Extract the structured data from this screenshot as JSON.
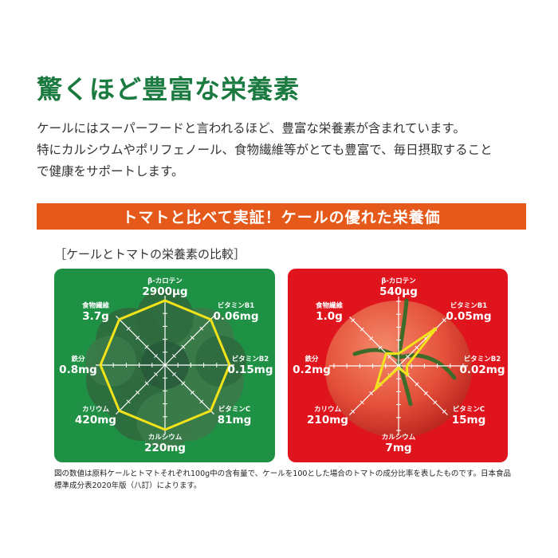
{
  "header": {
    "title": "驚くほど豊富な栄養素",
    "intro_lines": [
      "ケールにはスーパーフードと言われるほど、豊富な栄養素が含まれています。",
      "特にカルシウムやポリフェノール、食物繊維等がとても豊富で、毎日摂取すること",
      "で健康をサポートします。"
    ]
  },
  "banner": {
    "text": "トマトと比べて実証！ケールの優れた栄養価"
  },
  "subheading": "［ケールとトマトの栄養素の比較］",
  "colors": {
    "title_green": "#1a7a3f",
    "banner_orange": "#e55a1b",
    "kale_panel": "#1f9145",
    "tomato_panel": "#e0141d",
    "polygon_yellow": "#f2e21a"
  },
  "kale": {
    "labels": [
      {
        "name": "β-カロテン",
        "value": "2900μg"
      },
      {
        "name": "ビタミンB1",
        "value": "0.06mg"
      },
      {
        "name": "ビタミンB2",
        "value": "0.15mg"
      },
      {
        "name": "ビタミンC",
        "value": "81mg"
      },
      {
        "name": "カルシウム",
        "value": "220mg"
      },
      {
        "name": "カリウム",
        "value": "420mg"
      },
      {
        "name": "鉄分",
        "value": "0.8mg"
      },
      {
        "name": "食物繊維",
        "value": "3.7g"
      }
    ]
  },
  "tomato": {
    "labels": [
      {
        "name": "β-カロテン",
        "value": "540μg"
      },
      {
        "name": "ビタミンB1",
        "value": "0.05mg"
      },
      {
        "name": "ビタミンB2",
        "value": "0.02mg"
      },
      {
        "name": "ビタミンC",
        "value": "15mg"
      },
      {
        "name": "カルシウム",
        "value": "7mg"
      },
      {
        "name": "カリウム",
        "value": "210mg"
      },
      {
        "name": "鉄分",
        "value": "0.2mg"
      },
      {
        "name": "食物繊維",
        "value": "1.0g"
      }
    ]
  },
  "footnote": "図の数値は原料ケールとトマトそれぞれ100g中の含有量で、ケールを100とした場合のトマトの成分比率を表したものです。日本食品標準成分表2020年版（八訂）によります。",
  "chart_data": [
    {
      "type": "radar",
      "title": "ケール",
      "categories": [
        "β-カロテン",
        "ビタミンB1",
        "ビタミンB2",
        "ビタミンC",
        "カルシウム",
        "カリウム",
        "鉄分",
        "食物繊維"
      ],
      "values": [
        2900,
        0.06,
        0.15,
        81,
        220,
        420,
        0.8,
        3.7
      ],
      "units": [
        "μg",
        "mg",
        "mg",
        "mg",
        "mg",
        "mg",
        "mg",
        "g"
      ],
      "relative_percent": [
        100,
        100,
        100,
        100,
        100,
        100,
        100,
        100
      ],
      "axis_range": [
        0,
        100
      ],
      "grid": true
    },
    {
      "type": "radar",
      "title": "トマト",
      "categories": [
        "β-カロテン",
        "ビタミンB1",
        "ビタミンB2",
        "ビタミンC",
        "カルシウム",
        "カリウム",
        "鉄分",
        "食物繊維"
      ],
      "values": [
        540,
        0.05,
        0.02,
        15,
        7,
        210,
        0.2,
        1.0
      ],
      "units": [
        "μg",
        "mg",
        "mg",
        "mg",
        "mg",
        "mg",
        "mg",
        "g"
      ],
      "relative_percent": [
        19,
        83,
        13,
        19,
        3,
        50,
        25,
        27
      ],
      "axis_range": [
        0,
        100
      ],
      "grid": true
    }
  ]
}
